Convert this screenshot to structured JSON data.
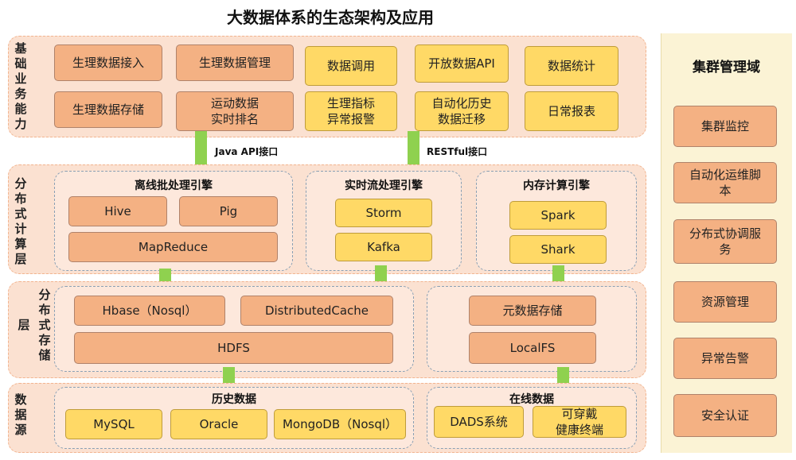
{
  "title": "大数据体系的生态架构及应用",
  "colors": {
    "orange_box": "#f4b183",
    "yellow_box": "#ffd966",
    "layer_bg": "#fbe1d1",
    "connector": "#8fd14f",
    "side_bg": "#fbf3d5"
  },
  "layers": {
    "business": {
      "label": "基\n础\n业\n务\n能\n力",
      "boxes": [
        "生理数据接入",
        "生理数据管理",
        "数据调用",
        "开放数据API",
        "数据统计",
        "生理数据存储",
        "运动数据\n实时排名",
        "生理指标\n异常报警",
        "自动化历史\n数据迁移",
        "日常报表"
      ]
    },
    "compute": {
      "label": "分\n布\n式\n计\n算\n层",
      "batch": {
        "title": "离线批处理引擎",
        "items": [
          "Hive",
          "Pig",
          "MapReduce"
        ]
      },
      "stream": {
        "title": "实时流处理引擎",
        "items": [
          "Storm",
          "Kafka"
        ]
      },
      "memory": {
        "title": "内存计算引擎",
        "items": [
          "Spark",
          "Shark"
        ]
      }
    },
    "storage": {
      "label_left": "层",
      "label_right": "分\n布\n式\n存\n储",
      "items": [
        "Hbase（Nosql）",
        "DistributedCache",
        "HDFS",
        "元数据存储",
        "LocalFS"
      ]
    },
    "source": {
      "label": "数\n据\n源",
      "history": {
        "title": "历史数据",
        "items": [
          "MySQL",
          "Oracle",
          "MongoDB（Nosql）"
        ]
      },
      "online": {
        "title": "在线数据",
        "items": [
          "DADS系统",
          "可穿戴\n健康终端"
        ]
      }
    }
  },
  "connectors": {
    "java_api": "Java API接口",
    "restful": "RESTful接口"
  },
  "cluster": {
    "title": "集群管理域",
    "items": [
      "集群监控",
      "自动化运维脚\n本",
      "分布式协调服\n务",
      "资源管理",
      "异常告警",
      "安全认证"
    ]
  }
}
